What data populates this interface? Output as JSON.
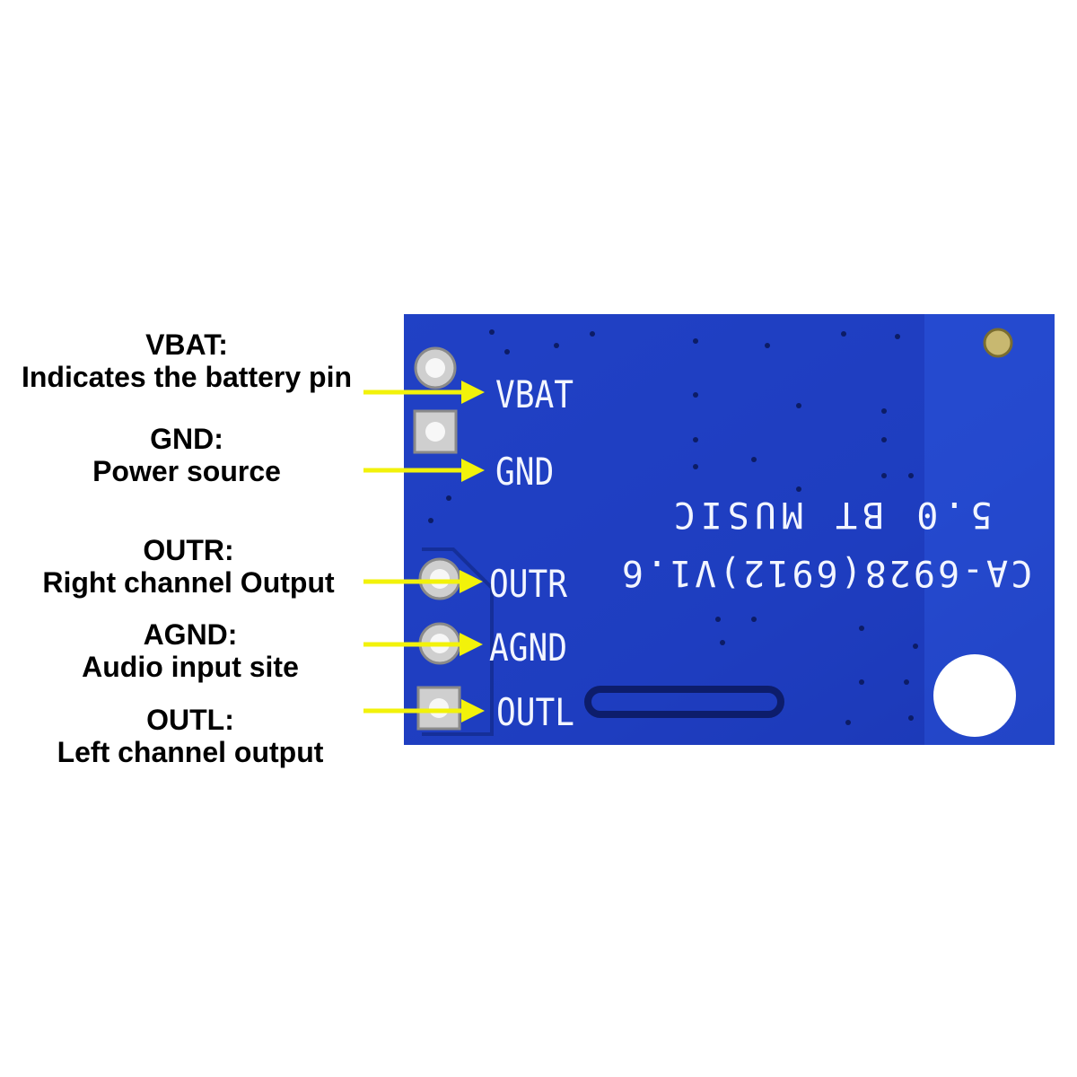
{
  "annotations": [
    {
      "pin": "VBAT:",
      "description": "Indicates the battery pin"
    },
    {
      "pin": "GND:",
      "description": "Power source"
    },
    {
      "pin": "OUTR:",
      "description": "Right channel Output"
    },
    {
      "pin": "AGND:",
      "description": "Audio input site"
    },
    {
      "pin": "OUTL:",
      "description": "Left channel output"
    }
  ],
  "board": {
    "pin_labels": [
      "VBAT",
      "GND",
      "OUTR",
      "AGND",
      "OUTL"
    ],
    "silkscreen_line1": "5.0 BT MUSIC",
    "silkscreen_line2": "CA-6928(6912)V1.6"
  },
  "colors": {
    "board": "#1f3fc4",
    "board_dark": "#17309e",
    "arrow": "#f2f20a",
    "pad": "#d9d9d9"
  }
}
